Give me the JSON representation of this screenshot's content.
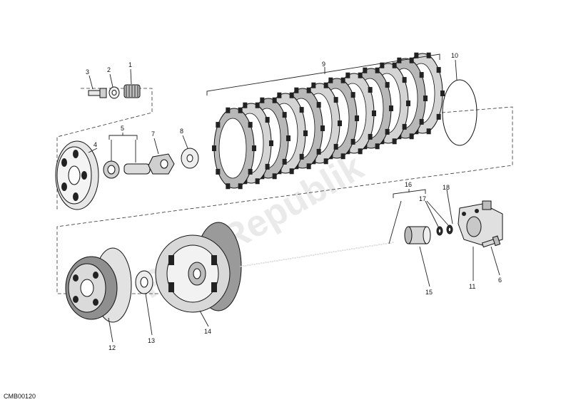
{
  "diagram": {
    "code": "CMB00120",
    "watermark": "PartsRepublik",
    "callouts": [
      "1",
      "2",
      "3",
      "4",
      "5",
      "6",
      "7",
      "8",
      "9",
      "10",
      "11",
      "12",
      "13",
      "14",
      "15",
      "16",
      "17",
      "18"
    ]
  }
}
